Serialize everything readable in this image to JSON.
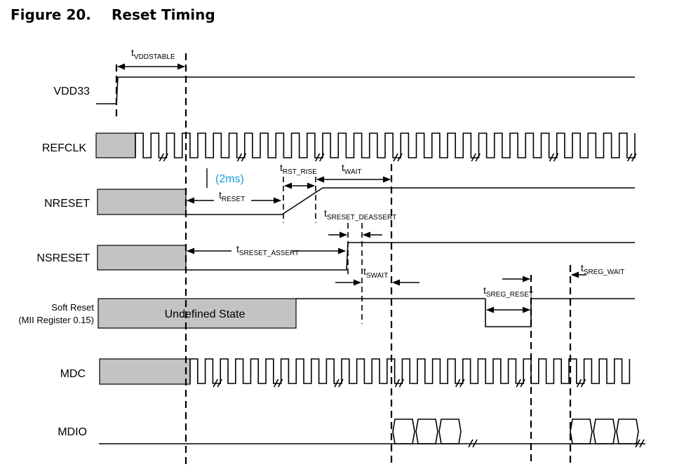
{
  "figure": {
    "number": "Figure 20.",
    "title": "Reset Timing"
  },
  "signals": {
    "vdd33": "VDD33",
    "refclk": "REFCLK",
    "nreset": "NRESET",
    "nsreset": "NSRESET",
    "soft_reset_line1": "Soft Reset",
    "soft_reset_line2": "(MII Register 0.15)",
    "mdc": "MDC",
    "mdio": "MDIO"
  },
  "state_box": "Undefined State",
  "note": "(2ms)",
  "timings": {
    "vddstable": {
      "t": "t",
      "sub": "VDDSTABLE"
    },
    "reset": {
      "t": "t",
      "sub": "RESET"
    },
    "rst_rise": {
      "t": "t",
      "sub": "RST_RISE"
    },
    "wait": {
      "t": "t",
      "sub": "WAIT"
    },
    "sreset_deassert": {
      "t": "t",
      "sub": "SRESET_DEASSERT"
    },
    "sreset_assert": {
      "t": "t",
      "sub": "SRESET_ASSERT"
    },
    "swait": {
      "t": "t",
      "sub": "SWAIT"
    },
    "sreg_reset": {
      "t": "t",
      "sub": "SREG_RESET"
    },
    "sreg_wait": {
      "t": "t",
      "sub": "SREG_WAIT"
    }
  }
}
